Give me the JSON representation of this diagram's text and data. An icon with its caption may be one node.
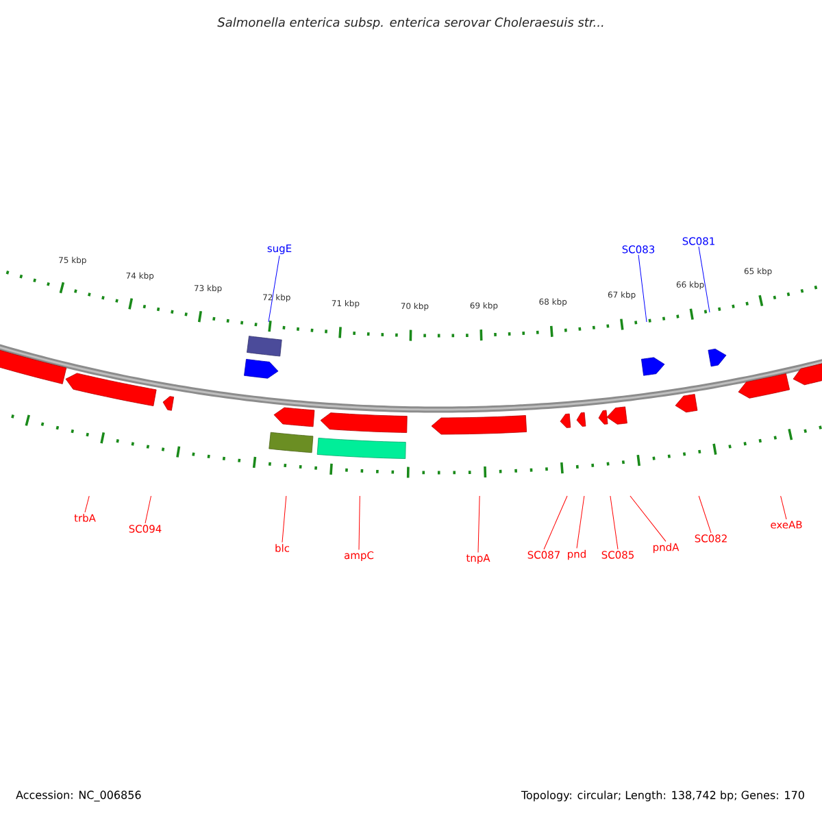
{
  "diagram": {
    "title": "*Salmonella enterica subsp. enterica serovar Choleraesuis str...*",
    "nodes": [
      {
        "text": [
          "sugE"
        ]
      },
      {
        "text": [
          "SC083"
        ]
      },
      {
        "text": [
          "SC081"
        ]
      },
      {
        "text": [
          "trbA"
        ]
      },
      {
        "text": [
          "SC094"
        ]
      },
      {
        "text": [
          "blc"
        ]
      },
      {
        "text": [
          "ampC"
        ]
      },
      {
        "text": [
          "tnpA"
        ]
      },
      {
        "text": [
          "SC087"
        ]
      },
      {
        "text": [
          "pnd"
        ]
      },
      {
        "text": [
          "SC085"
        ]
      },
      {
        "text": [
          "pndA"
        ]
      },
      {
        "text": [
          "SC082"
        ]
      },
      {
        "text": [
          "exeAB"
        ]
      }
    ],
    "edges": [
      {
        "from": 0,
        "to": null,
        "arrow": "none",
        "color": "#0000ff"
      },
      {
        "from": 1,
        "to": null,
        "arrow": "none",
        "color": "#0000ff"
      },
      {
        "from": 2,
        "to": null,
        "arrow": "none",
        "color": "#0000ff"
      },
      {
        "from": 3,
        "to": null,
        "arrow": "none"
      },
      {
        "from": 4,
        "to": null,
        "arrow": "none"
      },
      {
        "from": 5,
        "to": null,
        "arrow": "none"
      },
      {
        "from": 6,
        "to": null,
        "arrow": "none"
      },
      {
        "from": 7,
        "to": null,
        "arrow": "none"
      },
      {
        "from": 8,
        "to": null,
        "arrow": "none"
      },
      {
        "from": 9,
        "to": null,
        "arrow": "none"
      },
      {
        "from": 10,
        "to": null,
        "arrow": "none"
      },
      {
        "from": 11,
        "to": null,
        "arrow": "none"
      },
      {
        "from": 12,
        "to": null,
        "arrow": "none"
      },
      {
        "from": 13,
        "to": null,
        "arrow": "none"
      }
    ],
    "labels": [
      "75 kbp",
      "74 kbp",
      "73 kbp",
      "72 kbp",
      "71 kbp",
      "70 kbp",
      "69 kbp",
      "68 kbp",
      "67 kbp",
      "66 kbp",
      "65 kbp",
      "Accession: NC_006856",
      "Topology: circular; Length: 138,742 bp; Genes: 170"
    ]
  }
}
